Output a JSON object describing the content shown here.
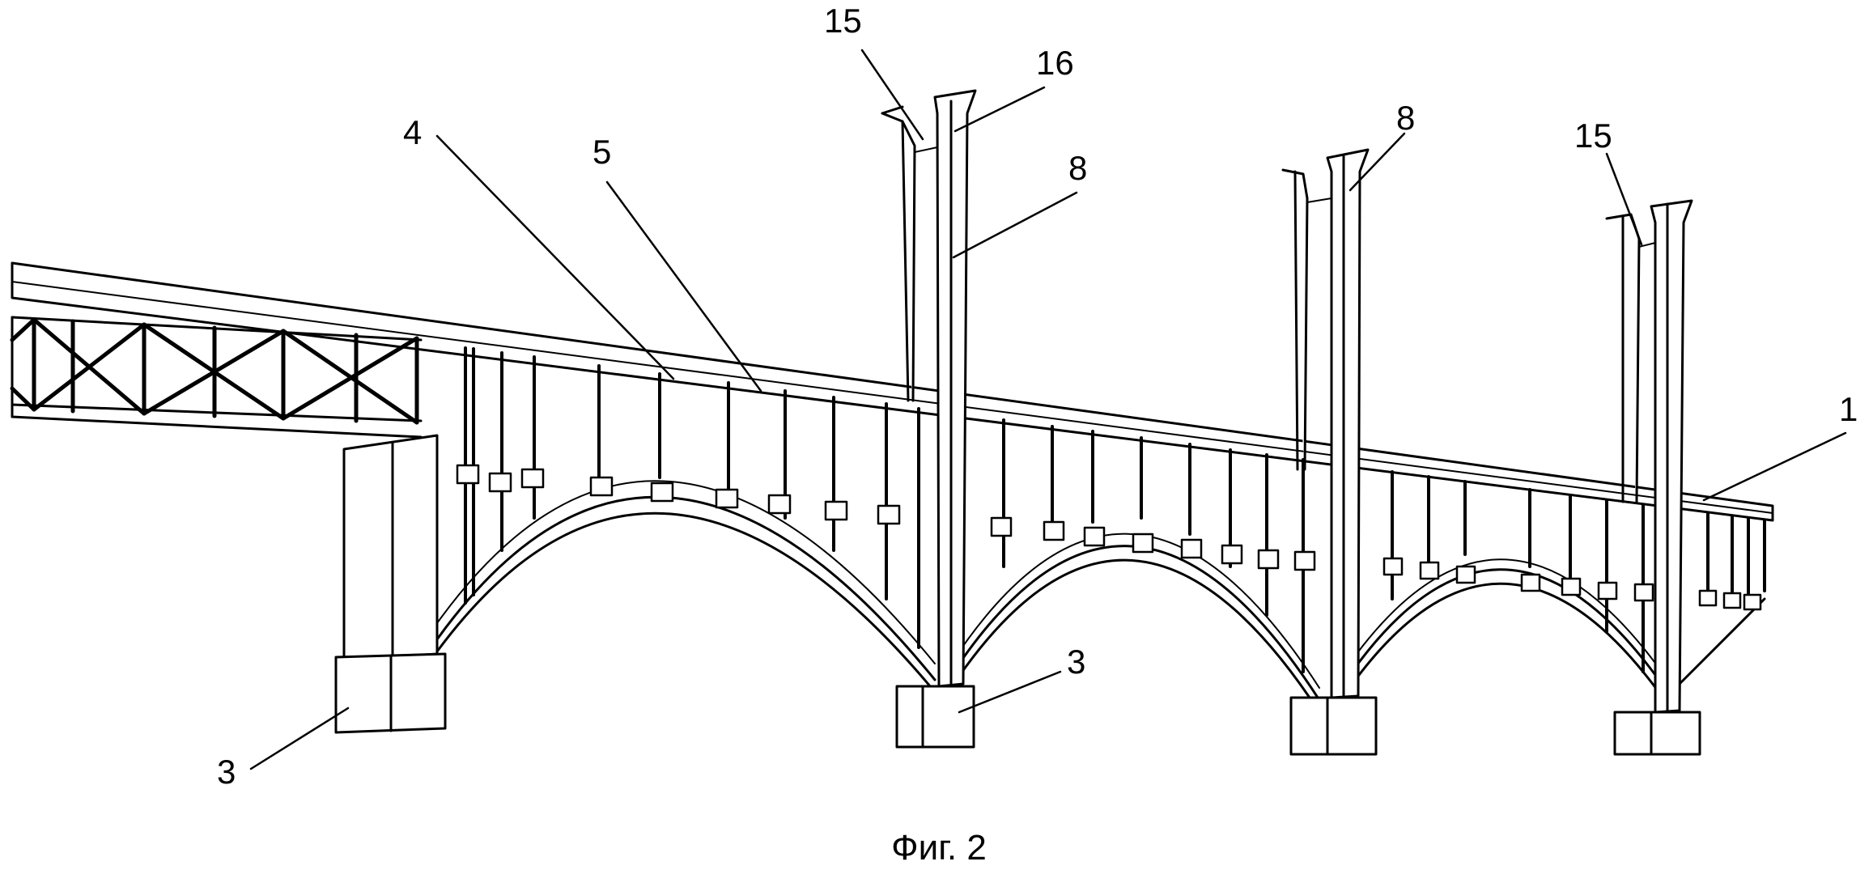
{
  "figure": {
    "caption": "Фиг. 2",
    "stroke_color": "#000000",
    "background_color": "#ffffff",
    "callouts": [
      {
        "id": "15a",
        "text": "15"
      },
      {
        "id": "16",
        "text": "16"
      },
      {
        "id": "4",
        "text": "4"
      },
      {
        "id": "5",
        "text": "5"
      },
      {
        "id": "8a",
        "text": "8"
      },
      {
        "id": "8b",
        "text": "8"
      },
      {
        "id": "15b",
        "text": "15"
      },
      {
        "id": "1",
        "text": "1"
      },
      {
        "id": "3a",
        "text": "3"
      },
      {
        "id": "3b",
        "text": "3"
      }
    ]
  }
}
